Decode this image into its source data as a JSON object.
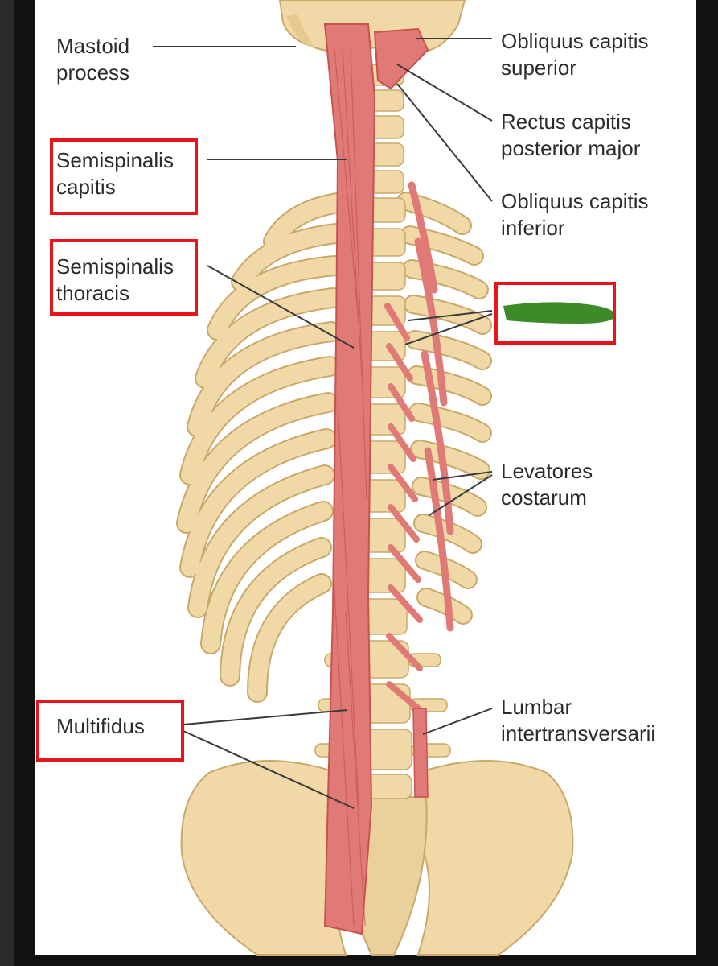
{
  "figure": {
    "labels": {
      "mastoid_process": [
        "Mastoid",
        "process"
      ],
      "obliquus_capitis_superior": [
        "Obliquus capitis",
        "superior"
      ],
      "rectus_capitis_posterior_major": [
        "Rectus capitis",
        "posterior major"
      ],
      "obliquus_capitis_inferior": [
        "Obliquus capitis",
        "inferior"
      ],
      "semispinalis_capitis": [
        "Semispinalis",
        "capitis"
      ],
      "semispinalis_thoracis": [
        "Semispinalis",
        "thoracis"
      ],
      "levatores_costarum": [
        "Levatores",
        "costarum"
      ],
      "multifidus": [
        "Multifidus"
      ],
      "lumbar_intertransversarii": [
        "Lumbar",
        "intertransversarii"
      ]
    },
    "highlighted": [
      "semispinalis_capitis",
      "semispinalis_thoracis",
      "multifidus",
      "redacted_label"
    ],
    "redacted_label_note": "",
    "colors": {
      "frame": "#111111",
      "bone": "#f0d9a6",
      "bone_edge": "#c9a86a",
      "muscle": "#e07a76",
      "muscle_dark": "#c9524f",
      "highlight_box": "#e8141c",
      "redaction": "#3e8a2a",
      "leader_line": "#3a3a3a",
      "label_text": "#2b2b2b"
    }
  }
}
